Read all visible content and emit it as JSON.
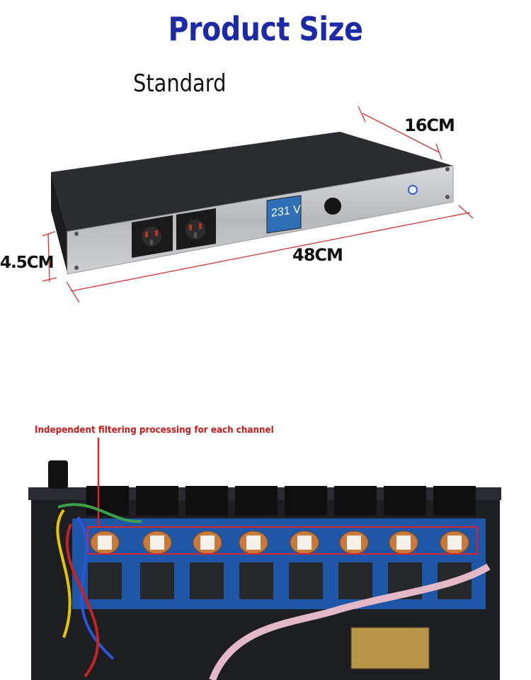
{
  "header": {
    "title": "Product Size"
  },
  "variant": {
    "label": "Standard"
  },
  "dimensions": {
    "depth": "16CM",
    "width": "48CM",
    "height": "4.5CM"
  },
  "device_display": {
    "voltage": "231 V"
  },
  "interior": {
    "callout": "Independent filtering processing for each channel"
  },
  "colors": {
    "title": "#1c2aa8",
    "callout": "#c81a1a",
    "measure_line": "#d33333"
  }
}
